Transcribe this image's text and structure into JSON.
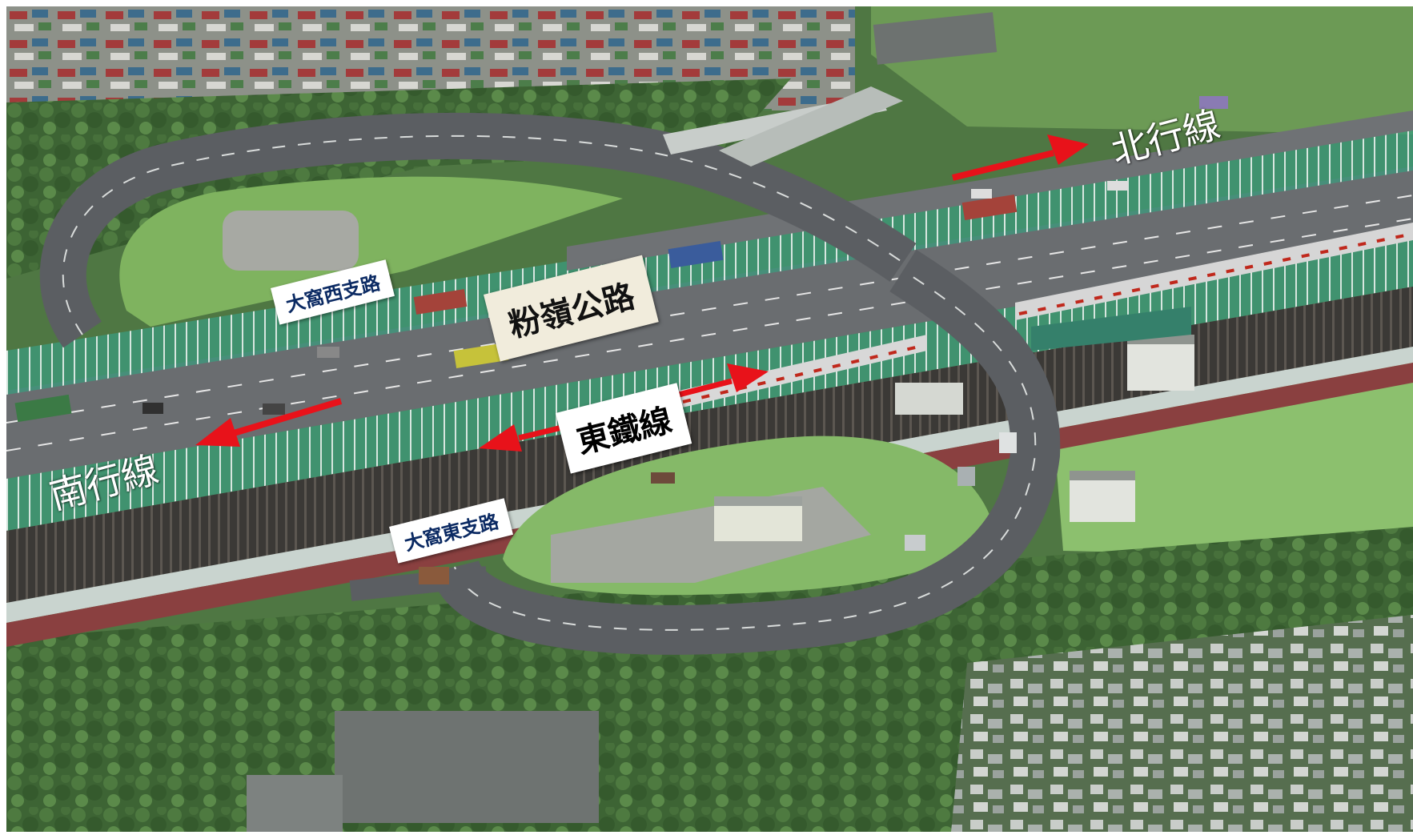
{
  "labels": {
    "northbound": "北行線",
    "southbound": "南行線",
    "expressway": "粉嶺公路",
    "rail_line": "東鐵線",
    "west_slip": "大窩西支路",
    "east_slip": "大窩東支路"
  },
  "colors": {
    "arrow": "#e8121a",
    "label_navy": "#0b2a63",
    "vegetation": "#3f6a36",
    "grass": "#8bbf6a",
    "road": "#5f6266",
    "noise_barrier": "#2f8b73"
  }
}
